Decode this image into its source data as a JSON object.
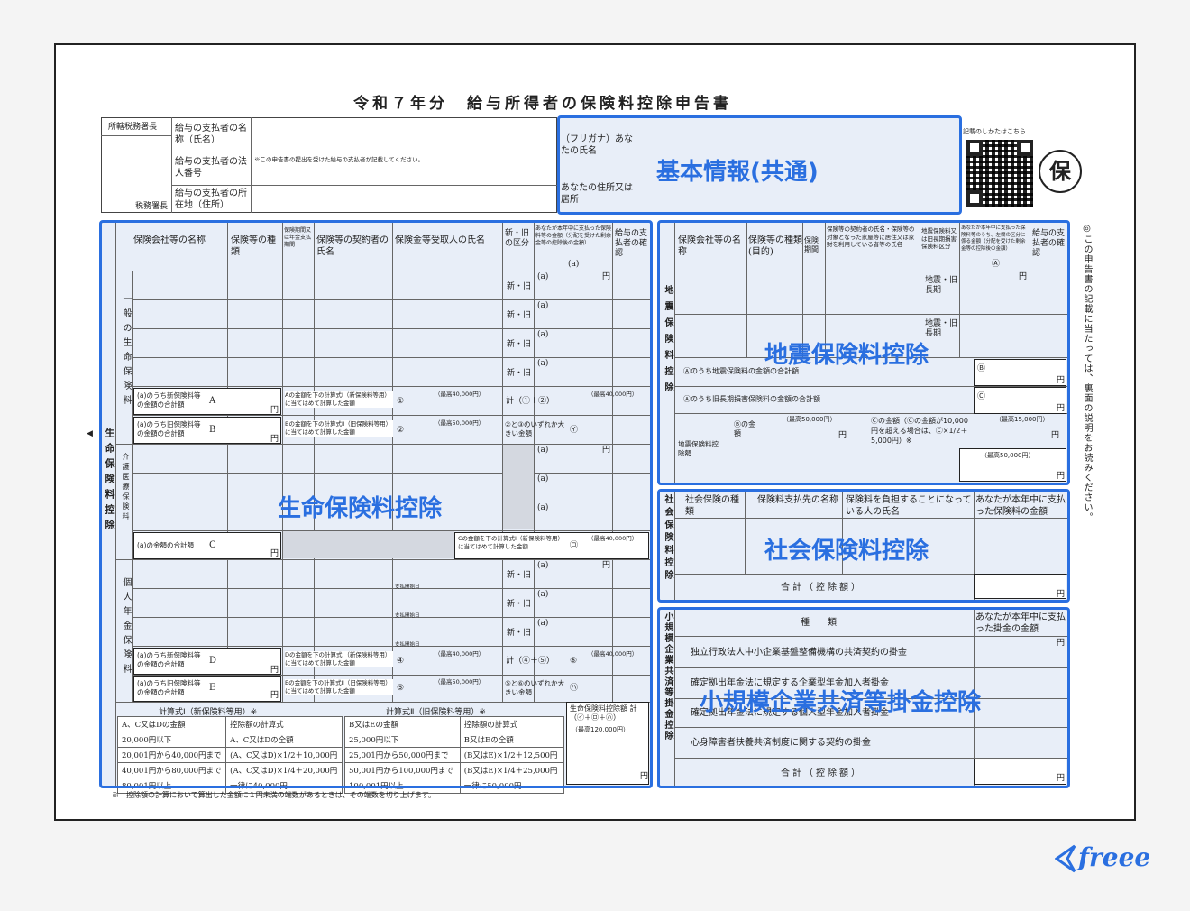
{
  "document": {
    "title": "令和７年分　給与所得者の保険料控除申告書",
    "footnote": "※　控除額の計算において算出した金額に１円未満の端数があるときは、その端数を切り上げます。",
    "side_note": "◎この申告書の記載に当たっては、裏面の説明をお読みください。",
    "qr_caption": "記載のしかたはこちら",
    "stamp": "保"
  },
  "header": {
    "tax_office": "所轄税務署長",
    "tax_office_suffix": "税務署長",
    "payer_name": "給与の支払者の名称（氏名）",
    "payer_number": "給与の支払者の法人番号",
    "payer_number_note": "※この申告書の提出を受けた給与の支払者が記載してください。",
    "payer_address": "給与の支払者の所在地（住所）",
    "furigana_name": "（フリガナ）あなたの氏名",
    "address": "あなたの住所又は居所"
  },
  "life": {
    "section_label": "生命保険料控除",
    "col_company": "保険会社等の名称",
    "col_type": "保険等の種類",
    "col_period": "保険期間又は年金支払期間",
    "col_contractor": "保険等の契約者の氏名",
    "col_recipient": "保険金等受取人の氏名",
    "col_newold": "新・旧の区分",
    "col_amount": "あなたが本年中に支払った保険料等の金額（分配を受けた剰余金等の控除後の金額）",
    "col_amount_a": "(a)",
    "col_confirm": "給与の支払者の確認",
    "cat_general": "一般の生命保険料",
    "cat_care": "介護医療保険料",
    "cat_pension": "個人年金保険料",
    "newold": "新・旧",
    "a_mark": "(a)",
    "yen": "円",
    "sumA": "(a)のうち新保険料等の金額の合計額",
    "sumB": "(a)のうち旧保険料等の金額の合計額",
    "sumC": "(a)の金額の合計額",
    "sumD": "(a)のうち新保険料等の金額の合計額",
    "sumE": "(a)のうち旧保険料等の金額の合計額",
    "A": "A",
    "B": "B",
    "C": "C",
    "D": "D",
    "E": "E",
    "calcA": "Aの金額を下の計算式Ⅰ（新保険料等用）に当てはめて計算した金額",
    "calcB": "Bの金額を下の計算式Ⅱ（旧保険料等用）に当てはめて計算した金額",
    "calcC": "Cの金額を下の計算式Ⅰ（新保険料等用）に当てはめて計算した金額",
    "calcD": "Dの金額を下の計算式Ⅰ（新保険料等用）に当てはめて計算した金額",
    "calcE": "Eの金額を下の計算式Ⅱ（旧保険料等用）に当てはめて計算した金額",
    "max40": "（最高40,000円）",
    "max50": "（最高50,000円）",
    "max120": "（最高120,000円）",
    "c1": "①",
    "c2": "②",
    "c4": "④",
    "c5": "⑤",
    "total12": "計（①＋②）",
    "larger12": "②と③のいずれか大きい金額",
    "i_mark": "㋑",
    "ro_mark": "㋺",
    "ha_mark": "㋩",
    "total45": "計（④＋⑤）",
    "larger45": "⑤と⑥のいずれか大きい金額",
    "c6": "⑥",
    "pay_start": "支払開始日",
    "grand_total": "生命保険料控除額 計（㋑＋㋺＋㋩）",
    "formula1": "計算式Ⅰ（新保険料等用）※",
    "formula2": "計算式Ⅱ（旧保険料等用）※",
    "f1_head_a": "A、C又はDの金額",
    "f1_head_b": "控除額の計算式",
    "f2_head_a": "B又はEの金額",
    "f2_head_b": "控除額の計算式",
    "f1_rows": [
      [
        "20,000円以下",
        "A、C又はDの全額"
      ],
      [
        "20,001円から40,000円まで",
        "(A、C又はD)×1/2＋10,000円"
      ],
      [
        "40,001円から80,000円まで",
        "(A、C又はD)×1/4＋20,000円"
      ],
      [
        "80,001円以上",
        "一律に40,000円"
      ]
    ],
    "f2_rows": [
      [
        "25,000円以下",
        "B又はEの全額"
      ],
      [
        "25,001円から50,000円まで",
        "(B又はE)×1/2＋12,500円"
      ],
      [
        "50,001円から100,000円まで",
        "(B又はE)×1/4＋25,000円"
      ],
      [
        "100,001円以上",
        "一律に50,000円"
      ]
    ]
  },
  "earthquake": {
    "section_label": "地震保険料控除",
    "col_company": "保険会社等の名称",
    "col_type": "保険等の種類(目的)",
    "col_period": "保険期間",
    "col_insured": "保険等の契約者の氏名・保険等の対象となった家屋等に居住又は家財を利用している者等の氏名",
    "col_kind": "地震保険料又は旧長期損害保険料区分",
    "col_amount": "あなたが本年中に支払った保険料等のうち、左欄の区分に係る金額（分配を受けた剰余金等の控除後の金額）",
    "col_amount_mark": "Ⓐ",
    "col_confirm": "給与の支払者の確認",
    "kind1": "地震・旧長期",
    "kind2": "地震・旧長期",
    "sum_quake": "Ⓐのうち地震保険料の金額の合計額",
    "sum_old": "Ⓐのうち旧長期損害保険料の金額の合計額",
    "mark_b": "Ⓑ",
    "mark_c": "Ⓒ",
    "deduct_label": "地震保険料控除額",
    "b_amount": "Ⓑの金額",
    "c_formula": "Ⓒの金額（Ⓒの金額が10,000円を超える場合は、Ⓒ×1/2＋5,000円）※",
    "max50": "（最高50,000円）",
    "max15": "（最高15,000円）",
    "yen": "円"
  },
  "social": {
    "section_label": "社会保険料控除",
    "col_type": "社会保険の種類",
    "col_payee": "保険料支払先の名称",
    "col_bearer": "保険料を負担することになっている人の氏名",
    "col_amount": "あなたが本年中に支払った保険料の金額",
    "total": "合計（控除額）",
    "yen": "円"
  },
  "small_biz": {
    "section_label": "小規模企業共済等掛金控除",
    "col_kind": "種類",
    "col_amount": "あなたが本年中に支払った掛金の金額",
    "rows": [
      "独立行政法人中小企業基盤整備機構の共済契約の掛金",
      "確定拠出年金法に規定する企業型年金加入者掛金",
      "確定拠出年金法に規定する個人型年金加入者掛金",
      "心身障害者扶養共済制度に関する契約の掛金"
    ],
    "total": "合計（控除額）",
    "yen": "円"
  },
  "overlays": {
    "basic": "基本情報(共通)",
    "life": "生命保険料控除",
    "earthquake": "地震保険料控除",
    "social": "社会保険料控除",
    "small_biz": "小規模企業共済等掛金控除"
  },
  "brand": "freee",
  "colors": {
    "accent": "#2a6fe0",
    "form_fill": "#e8eef8"
  }
}
